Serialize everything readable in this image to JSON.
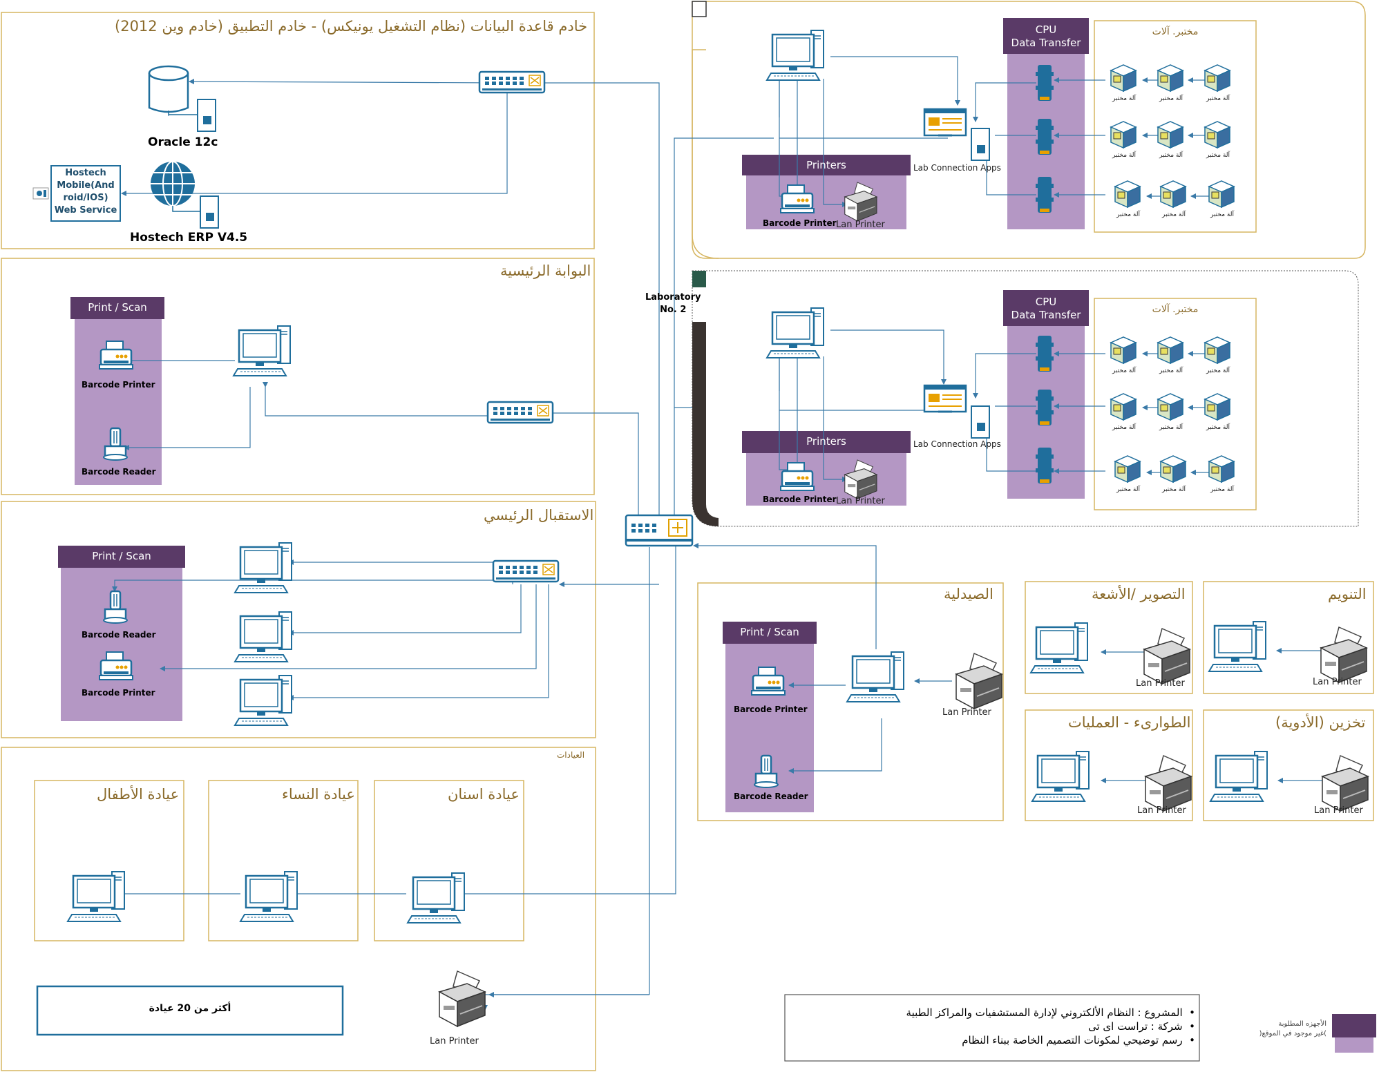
{
  "sections": {
    "database_server": "خادم قاعدة البيانات (نظام التشغيل يونيكس) - خادم التطبيق (خادم وين 2012)",
    "main_gate": "البوابة الرئيسية",
    "main_reception": "الاستقبال الرئيسي",
    "clinics": "العيادات",
    "pediatrics": "عيادة الأطفال",
    "gynecology": "عيادة النساء",
    "dental": "عيادة اسنان",
    "pharmacy": "الصيدلية",
    "radiology": "التصوير /الأشعة",
    "inpatient": "التنويم",
    "emergency": "الطوارىء - العمليات",
    "drug_storage": "تخزين (الأدوية)"
  },
  "labels": {
    "oracle": "Oracle 12c",
    "erp": "Hostech ERP V4.5",
    "mobile": "Hostech Mobile(Android/IOS) Web Service",
    "mobile_l1": "Hostech",
    "mobile_l2": "Mobile(And",
    "mobile_l3": "roid/IOS)",
    "mobile_l4": "Web Service",
    "print_scan": "Print / Scan",
    "barcode_printer": "Barcode Printer",
    "barcode_reader": "Barcode Reader",
    "lan_printer": "Lan Printer",
    "printers": "Printers",
    "lab_apps": "Lab Connection Apps",
    "cpu_l1": "CPU",
    "cpu_l2": "Data Transfer",
    "lab_machines": "مختبر. آلات",
    "lab_machine": "آلة مختبر",
    "laboratory_l1": "Laboratory",
    "laboratory_l2": "No. 2",
    "clinics_count": "أكثر من 20 عيادة"
  },
  "project": {
    "line1": "المشروع :  النظام الألكتروني لإدارة المستشفيات والمراكز الطبية",
    "line2": "شركة :  تراست اى تى",
    "line3": "رسم توضيحي لمكونات التصميم الخاصة ببناء النظام"
  },
  "legend": {
    "line1": "الأجهزه المطلوبة",
    "line2": ")غير موجود في الموقع("
  },
  "colors": {
    "device": "#1f6e9c",
    "frame": "#d6b560",
    "header": "#5a3a67",
    "panel": "#b497c4",
    "arabic_title": "#8a6a2a"
  }
}
